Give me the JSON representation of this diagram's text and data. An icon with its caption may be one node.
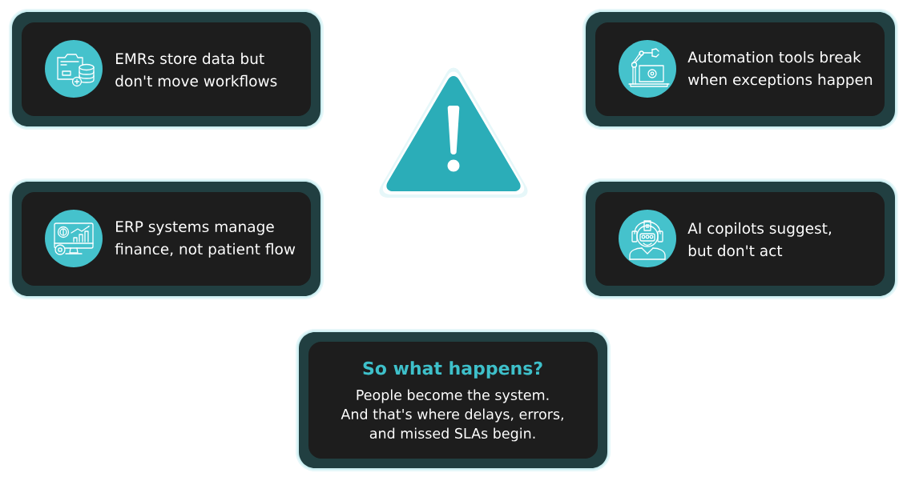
{
  "diagram": {
    "nodes": [
      {
        "text": [
          "EMRs store data but don't move workflows"
        ]
      },
      {
        "text": [
          "Automation tools break when exceptions happen"
        ]
      },
      {
        "text": [
          "ERP systems manage finance, not patient flow"
        ]
      },
      {
        "text": [
          "AI copilots suggest, but don't act"
        ]
      },
      {
        "text": [
          "So what happens?",
          "People become the system. And that's where delays, errors, and missed SLAs begin."
        ]
      }
    ]
  }
}
